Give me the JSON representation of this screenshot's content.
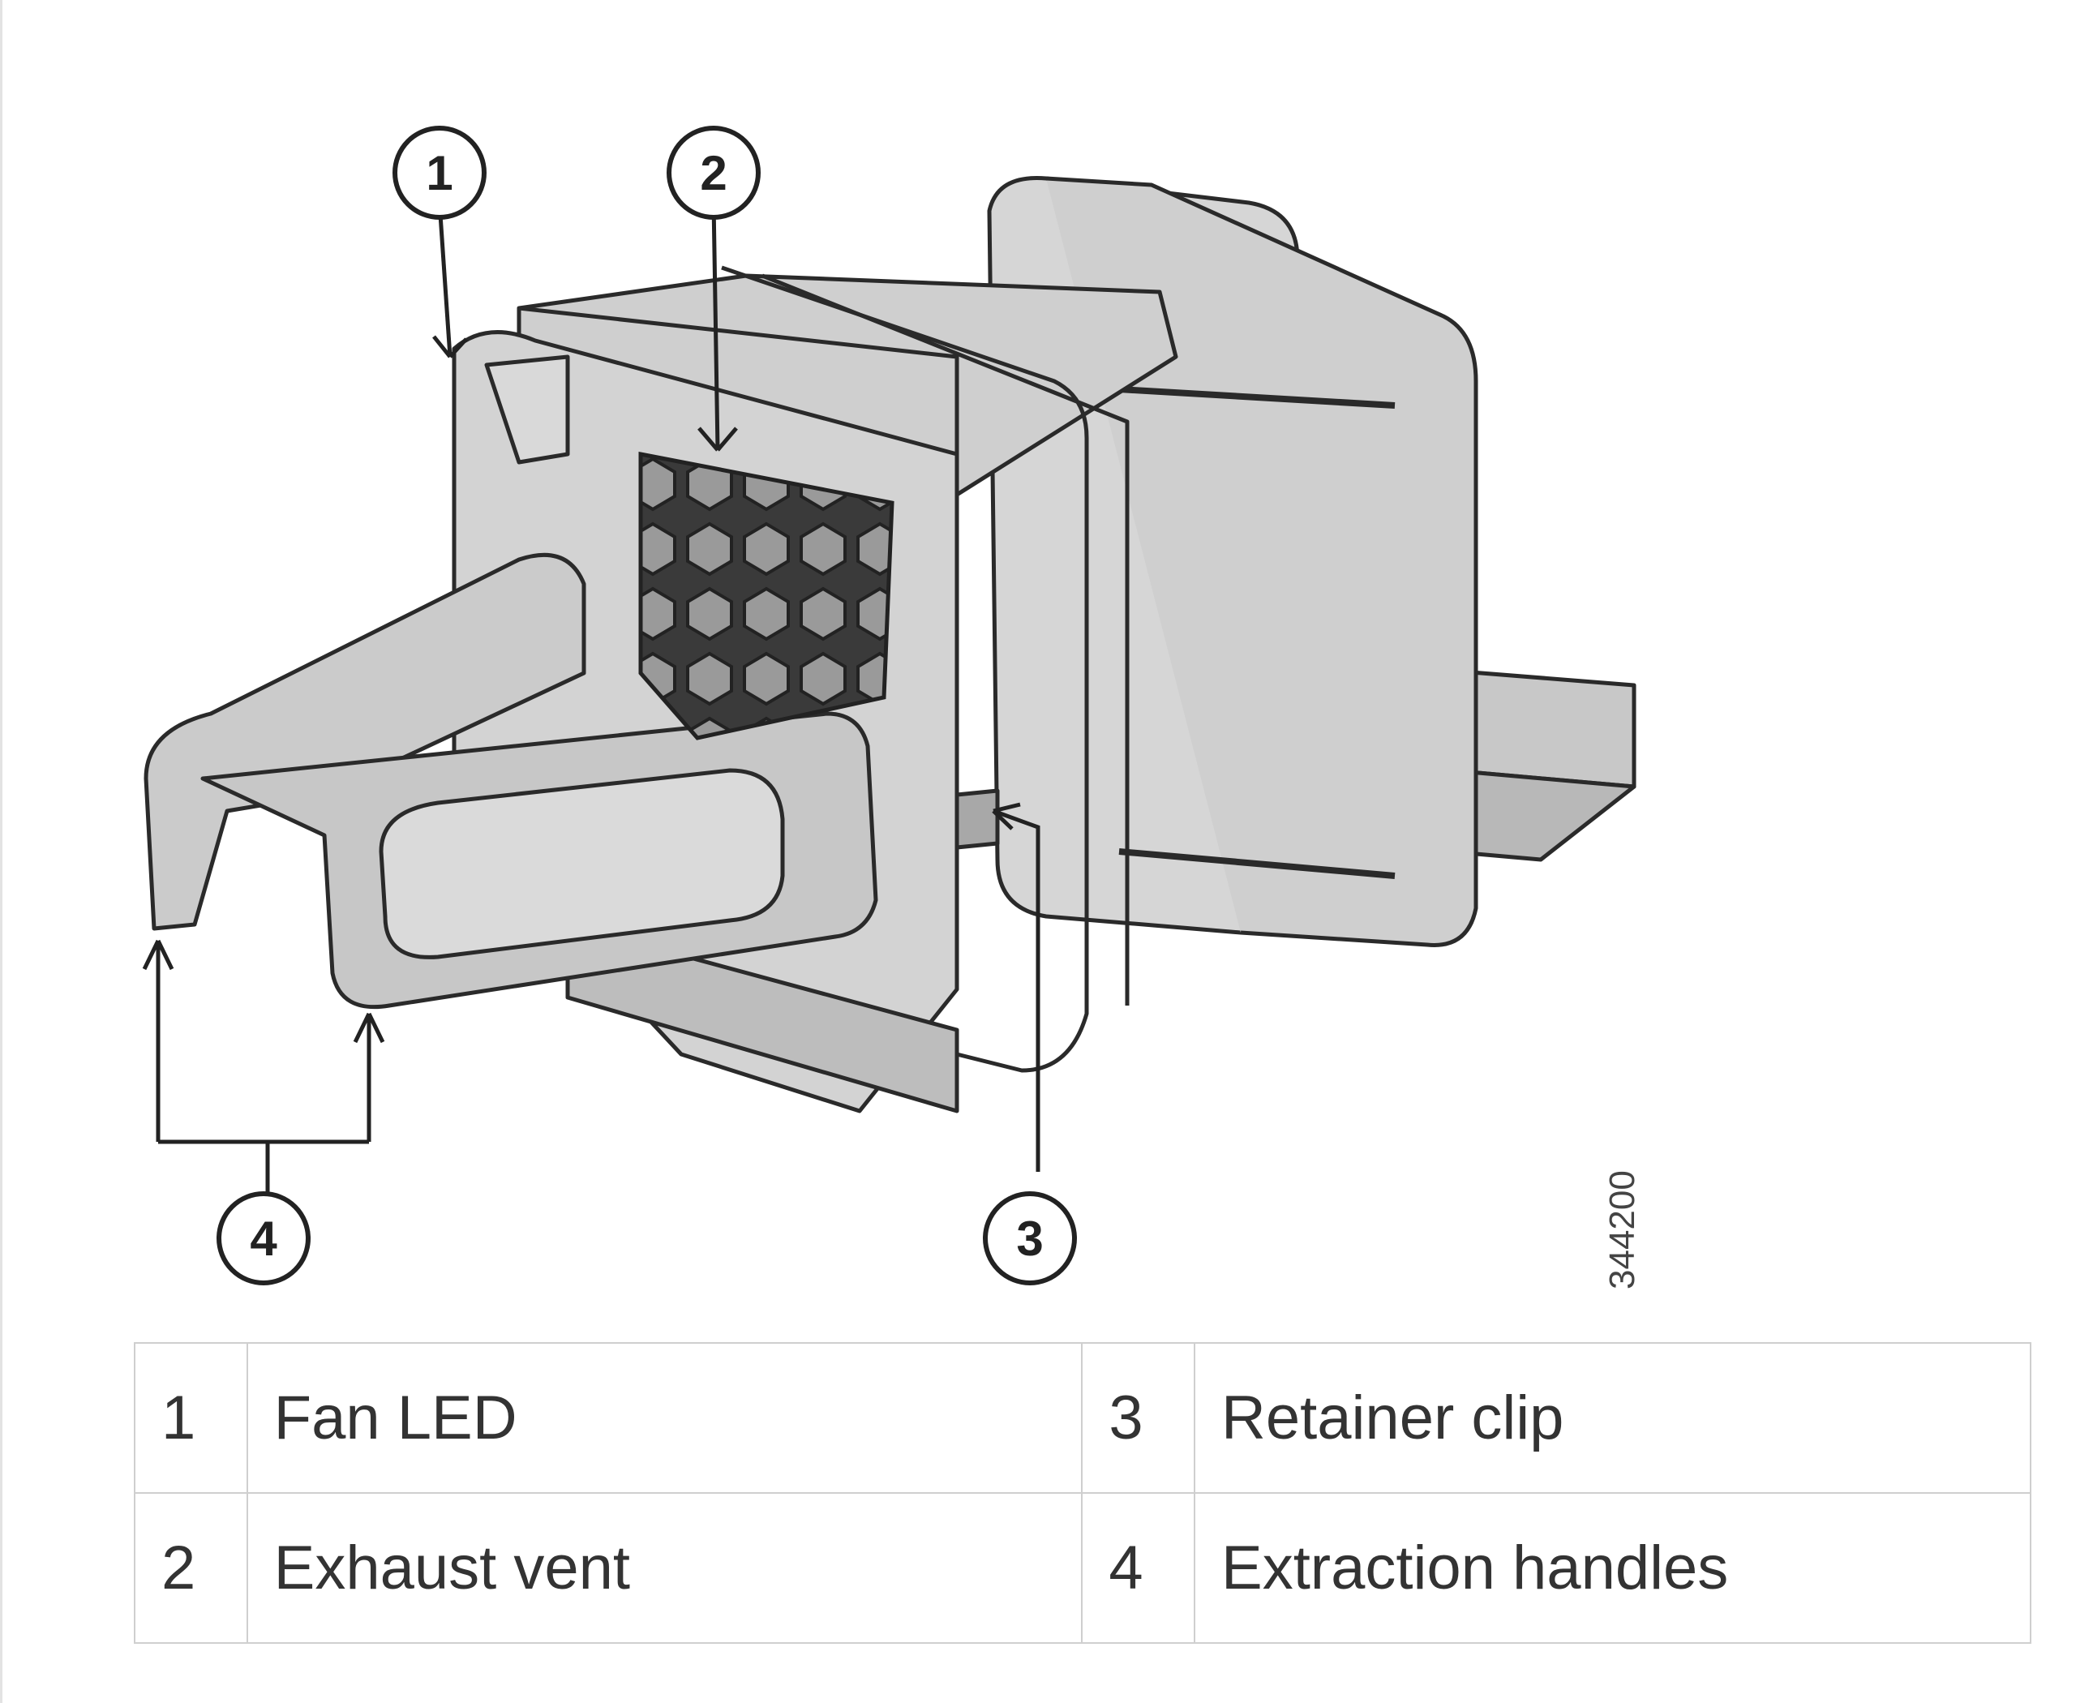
{
  "figure": {
    "callouts": [
      "1",
      "2",
      "3",
      "4"
    ],
    "figure_id": "344200"
  },
  "legend": {
    "rows": [
      [
        {
          "num": "1",
          "label": "Fan LED"
        },
        {
          "num": "3",
          "label": "Retainer clip"
        }
      ],
      [
        {
          "num": "2",
          "label": "Exhaust vent"
        },
        {
          "num": "4",
          "label": "Extraction handles"
        }
      ]
    ]
  }
}
